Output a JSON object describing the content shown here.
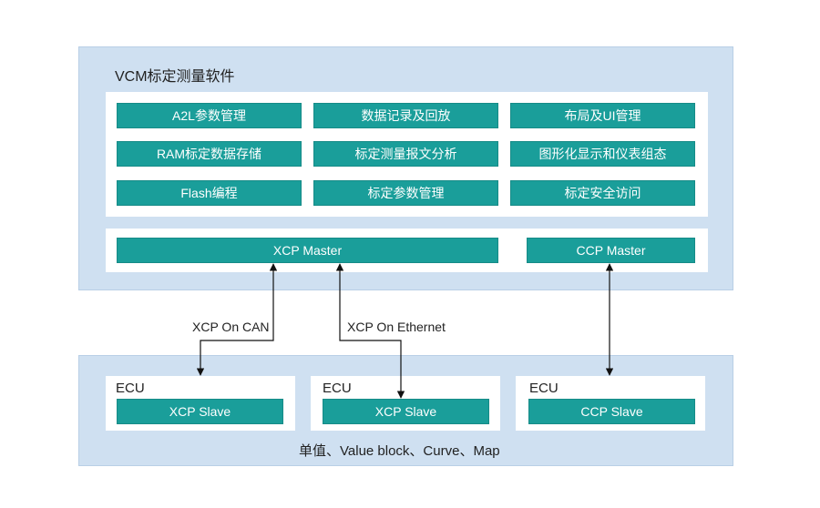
{
  "software": {
    "title": "VCM标定测量软件",
    "modules": [
      "A2L参数管理",
      "数据记录及回放",
      "布局及UI管理",
      "RAM标定数据存储",
      "标定测量报文分析",
      "图形化显示和仪表组态",
      "Flash编程",
      "标定参数管理",
      "标定安全访问"
    ],
    "xcp_master": "XCP Master",
    "ccp_master": "CCP Master"
  },
  "links": {
    "can": "XCP On CAN",
    "ethernet": "XCP On Ethernet"
  },
  "ecus": [
    {
      "title": "ECU",
      "slave": "XCP Slave"
    },
    {
      "title": "ECU",
      "slave": "XCP Slave"
    },
    {
      "title": "ECU",
      "slave": "CCP Slave"
    }
  ],
  "footer": "单值、Value block、Curve、Map",
  "colors": {
    "teal": "#1a9e9a",
    "panel": "#cfe0f1",
    "white": "#ffffff"
  }
}
